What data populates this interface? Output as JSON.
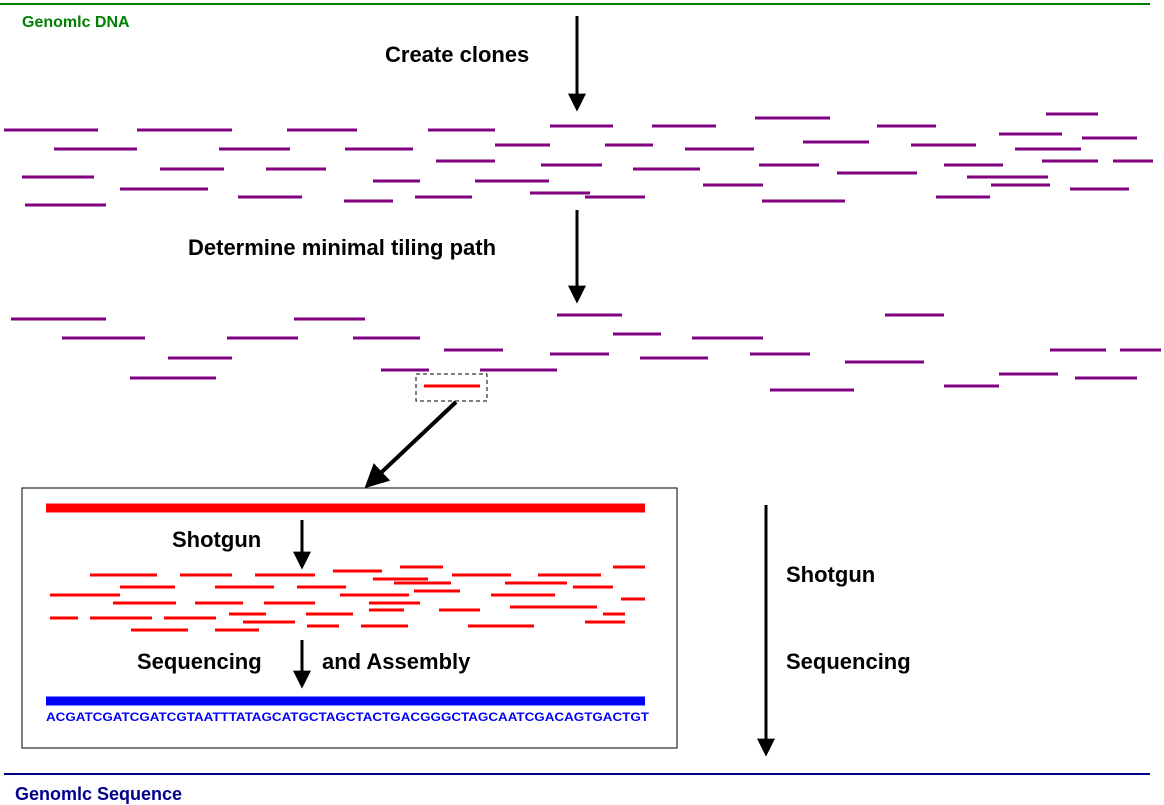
{
  "labels": {
    "genomic_dna": "Genomlc DNA",
    "create_clones": "Create clones",
    "tiling_path": "Determine minimal tiling path",
    "shotgun_inner": "Shotgun",
    "sequencing_inner": "Sequencing",
    "and_assembly": "and Assembly",
    "dna_sequence": "ACGATCGATCGATCGTAATTTATAGCATGCTAGCTACTGACGGGCTAGCAATCGACAGTGACTGT",
    "shotgun_right": "Shotgun",
    "sequencing_right": "Sequencing",
    "genomic_sequence": "Genomlc Sequence"
  },
  "colors": {
    "genomic_dna": "#008000",
    "clone": "#800080",
    "selected_clone": "#ff0000",
    "fragment": "#ff0000",
    "assembled": "#0000ff",
    "genomic_sequence": "#00008b",
    "arrow": "#000000"
  },
  "icons": [
    "down-arrow-icon",
    "diagonal-arrow-icon"
  ]
}
